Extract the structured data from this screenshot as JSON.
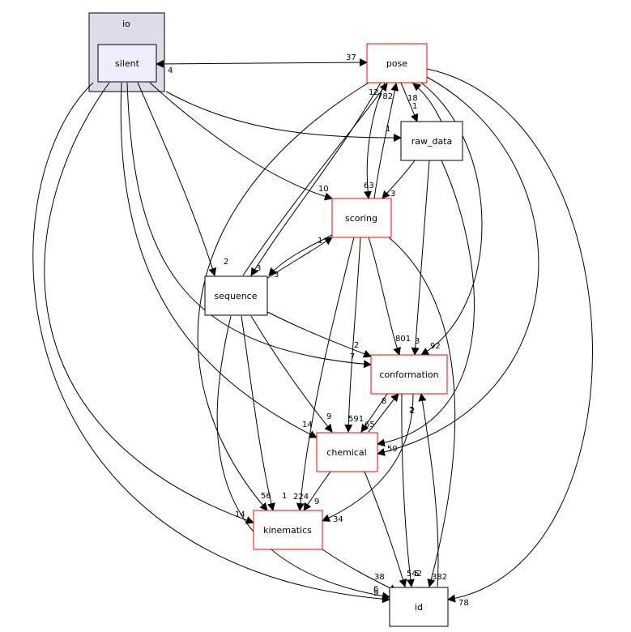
{
  "cluster": {
    "label": "io"
  },
  "nodes": {
    "silent": "silent",
    "pose": "pose",
    "raw_data": "raw_data",
    "scoring": "scoring",
    "sequence": "sequence",
    "conformation": "conformation",
    "chemical": "chemical",
    "kinematics": "kinematics",
    "id": "id"
  },
  "edge_labels": {
    "silent_pose": "37",
    "pose_silent": "4",
    "silent_raw_data": "1",
    "silent_scoring": "10",
    "silent_sequence": "2",
    "silent_conformation": "7",
    "silent_chemical": "14",
    "silent_kinematics": "14",
    "silent_id": "9",
    "pose_raw_data": "1",
    "raw_data_pose": "18",
    "pose_scoring": "63",
    "scoring_pose": "782",
    "pose_sequence": "3",
    "sequence_pose": "12",
    "pose_conformation": "92",
    "pose_chemical": "59",
    "pose_kinematics": "56",
    "pose_id": "78",
    "raw_data_scoring": "3",
    "raw_data_conformation": "3",
    "raw_data_chemical": "2",
    "scoring_sequence": "3",
    "sequence_scoring": "1",
    "scoring_conformation": "801",
    "scoring_chemical": "591",
    "scoring_kinematics": "224",
    "scoring_id": "382",
    "sequence_conformation": "2",
    "sequence_chemical": "9",
    "sequence_kinematics": "1",
    "sequence_id": "6",
    "conformation_chemical": "65",
    "chemical_conformation": "8",
    "conformation_kinematics": "34",
    "conformation_id": "542",
    "id_conformation": "2",
    "chemical_kinematics": "9",
    "chemical_id": "5",
    "kinematics_id": "38"
  },
  "colors": {
    "cluster_fill": "#dddde9",
    "cluster_stroke": "#000000",
    "silent_fill": "#eeeeff",
    "red_border": "#ff0000",
    "black_border": "#000000"
  }
}
